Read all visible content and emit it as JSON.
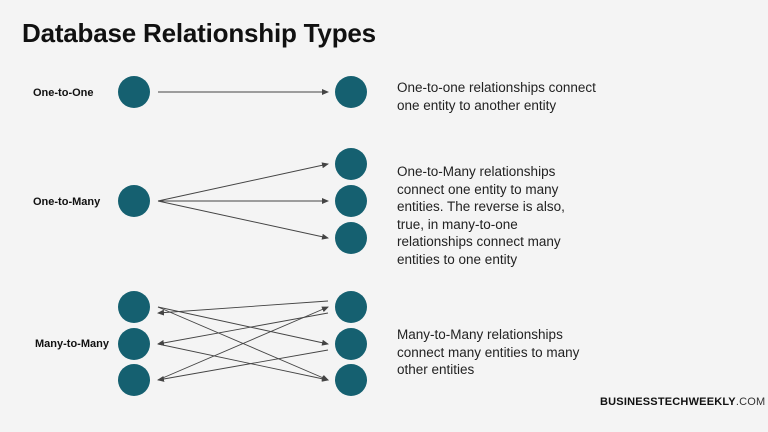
{
  "title": "Database Relationship Types",
  "colors": {
    "node": "#156070",
    "arrow": "#444444",
    "background": "#f4f4f4"
  },
  "rows": [
    {
      "label": "One-to-One",
      "description": [
        "One-to-one relationships connect",
        "one entity to another entity"
      ]
    },
    {
      "label": "One-to-Many",
      "description": [
        "One-to-Many relationships",
        "connect one entity to many",
        "entities.  The reverse is also,",
        "true, in many-to-one",
        "relationships connect many",
        "entities to one entity"
      ]
    },
    {
      "label": "Many-to-Many",
      "description": [
        "Many-to-Many relationships",
        "connect many entities to many",
        "other entities"
      ]
    }
  ],
  "brand": {
    "bold": "BUSINESSTECHWEEKLY",
    "regular": ".COM"
  }
}
